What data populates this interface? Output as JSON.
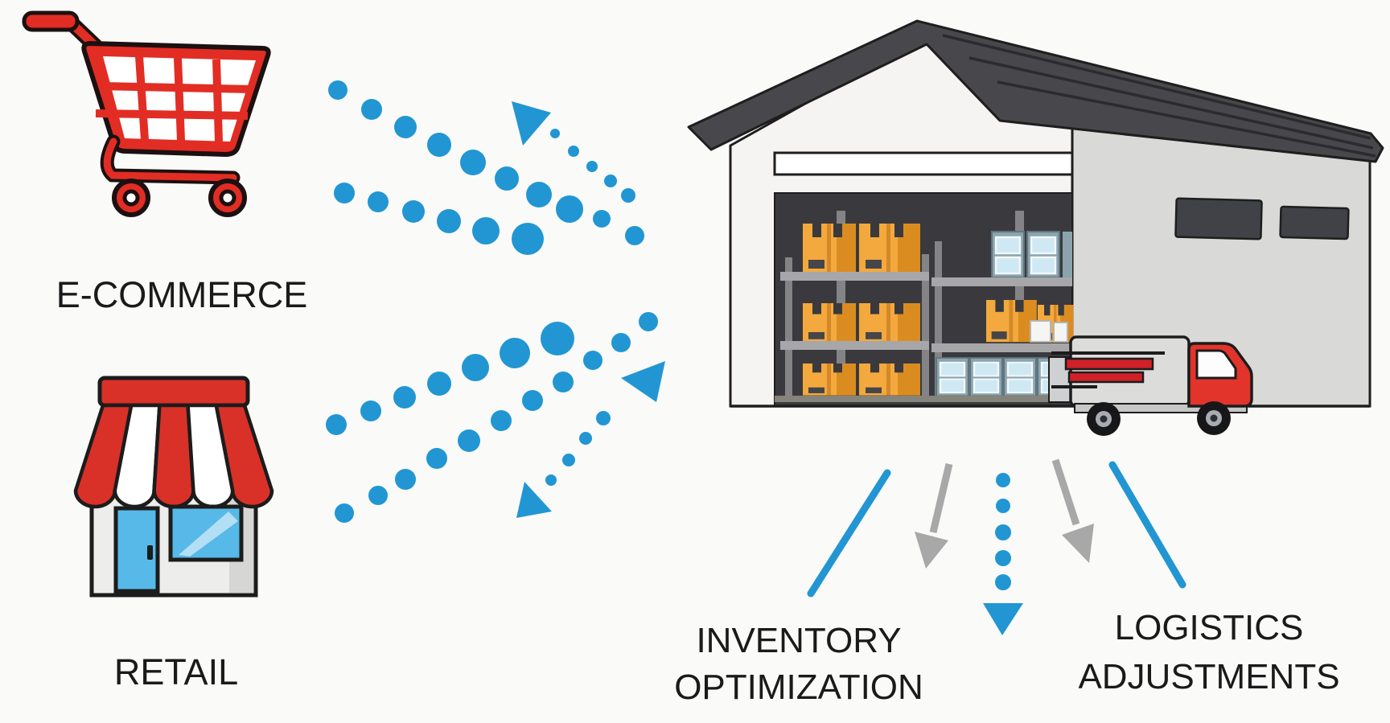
{
  "diagram": {
    "background": "#fafaf9",
    "colors": {
      "flow_blue": "#2196d3",
      "arrow_gray": "#a8a8a8",
      "brand_red": "#e0302a",
      "box_orange": "#f3a93d",
      "roof_gray": "#48484c",
      "text": "#1a1a1a"
    },
    "nodes": {
      "ecommerce": {
        "label": "E-COMMERCE",
        "icon": "shopping-cart-icon"
      },
      "retail": {
        "label": "RETAIL",
        "icon": "storefront-icon"
      },
      "warehouse": {
        "icon": "warehouse-with-delivery-truck"
      },
      "inventory_optimization": {
        "line1": "INVENTORY",
        "line2": "OPTIMIZATION"
      },
      "logistics_adjustments": {
        "line1": "LOGISTICS",
        "line2": "ADJUSTMENTS"
      }
    },
    "flows": [
      {
        "from": "ecommerce",
        "to": "warehouse",
        "style": "dotted-blue",
        "bidirectional": true
      },
      {
        "from": "retail",
        "to": "warehouse",
        "style": "dotted-blue",
        "bidirectional": true
      },
      {
        "from": "warehouse",
        "to": "inventory_optimization",
        "style": "blue-line and gray-arrow"
      },
      {
        "from": "warehouse",
        "to": "down",
        "style": "dotted-blue-arrow"
      },
      {
        "from": "warehouse",
        "to": "logistics_adjustments",
        "style": "gray-arrow and blue-line"
      }
    ]
  }
}
